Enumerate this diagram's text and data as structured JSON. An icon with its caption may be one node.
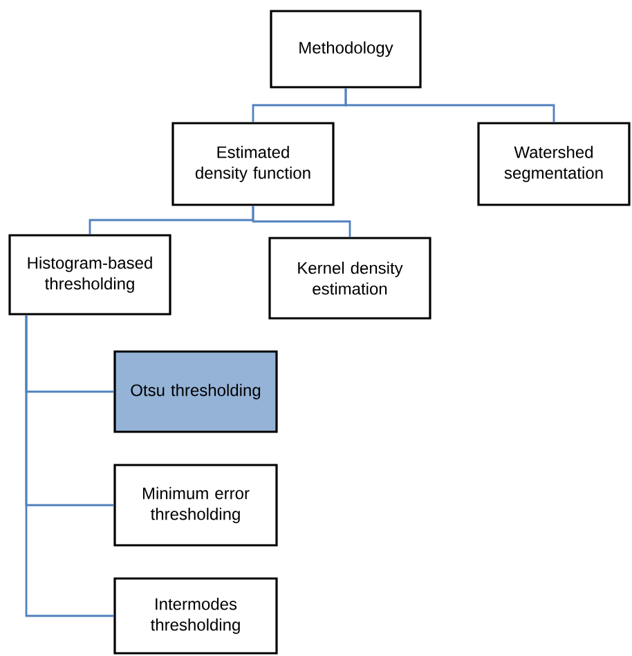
{
  "diagram": {
    "nodes": [
      {
        "text": [
          "Methodology"
        ]
      },
      {
        "text": [
          "Estimated density function"
        ]
      },
      {
        "text": [
          "Watershed segmentation"
        ]
      },
      {
        "text": [
          "Histogram-based thresholding"
        ]
      },
      {
        "text": [
          "Kernel density estimation"
        ]
      },
      {
        "text": [
          "Otsu thresholding"
        ]
      },
      {
        "text": [
          "Minimum error thresholding"
        ]
      },
      {
        "text": [
          "Intermodes thresholding"
        ]
      }
    ],
    "edges": [
      {
        "from": 0,
        "to": 1,
        "arrow": "none"
      },
      {
        "from": 0,
        "to": 2,
        "arrow": "none"
      },
      {
        "from": 1,
        "to": 3,
        "arrow": "none"
      },
      {
        "from": 1,
        "to": 4,
        "arrow": "none"
      },
      {
        "from": 3,
        "to": 5,
        "arrow": "none"
      },
      {
        "from": 3,
        "to": 6,
        "arrow": "none"
      },
      {
        "from": 3,
        "to": 7,
        "arrow": "none"
      }
    ]
  }
}
